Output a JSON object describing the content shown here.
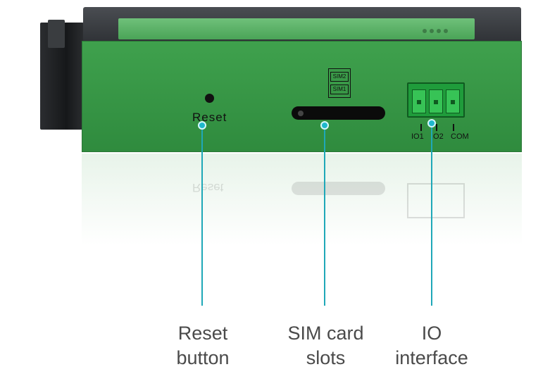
{
  "device": {
    "front_labels": {
      "reset": "Reset",
      "sim2": "SIM2",
      "sim1": "SIM1",
      "io1": "IO1",
      "io2": "IO2",
      "com": "COM"
    }
  },
  "callouts": [
    {
      "line1": "Reset",
      "line2": "button"
    },
    {
      "line1": "SIM card",
      "line2": "slots"
    },
    {
      "line1": "IO",
      "line2": "interface"
    }
  ],
  "colors": {
    "device_green": "#3fa14d",
    "callout_cyan": "#1fa8b8",
    "caption_gray": "#4a4a4a"
  }
}
